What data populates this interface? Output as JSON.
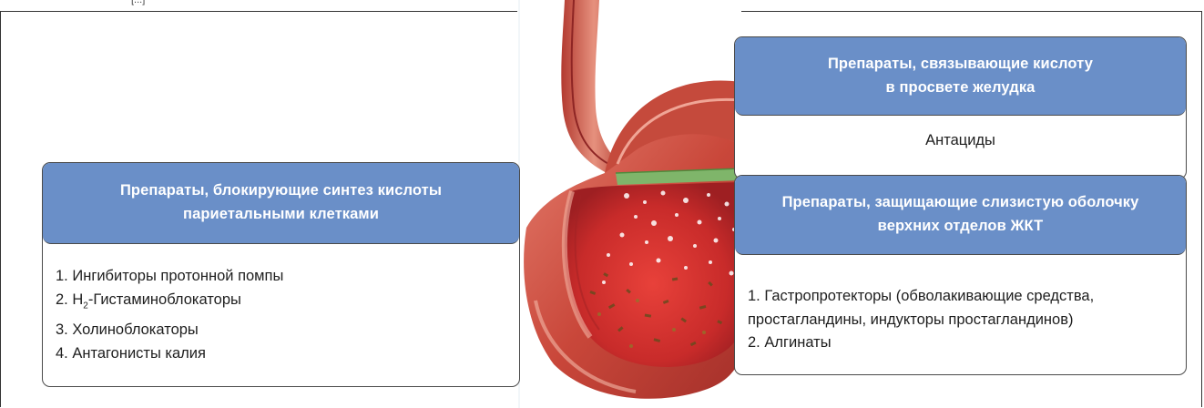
{
  "left_card": {
    "header_line1": "Препараты, блокирующие синтез кислоты",
    "header_line2": "париетальными клетками",
    "items": [
      "1. Ингибиторы протонной помпы",
      "2. H",
      "2",
      "-Гистаминоблокаторы",
      "3. Холиноблокаторы",
      "4. Антагонисты калия"
    ]
  },
  "right_top_card": {
    "header_line1": "Препараты, связывающие кислоту",
    "header_line2": "в просвете желудка",
    "body": "Антациды"
  },
  "right_bottom_card": {
    "header_line1": "Препараты, защищающие слизистую оболочку",
    "header_line2": "верхних отделов ЖКТ",
    "items": [
      "1. Гастропротекторы (обволакивающие средства,",
      "простагландины, индукторы простагландинов)",
      "2. Алгинаты"
    ]
  },
  "top_fragment": "[...]",
  "colors": {
    "header_bg": "#6a8fc8",
    "header_text": "#ffffff",
    "border": "#4a4a4a",
    "stomach_wall": "#c9473a",
    "stomach_lumen": "#d8322f",
    "mucus_layer": "#7fb56a"
  },
  "image": {
    "subject": "stomach-illustration"
  }
}
